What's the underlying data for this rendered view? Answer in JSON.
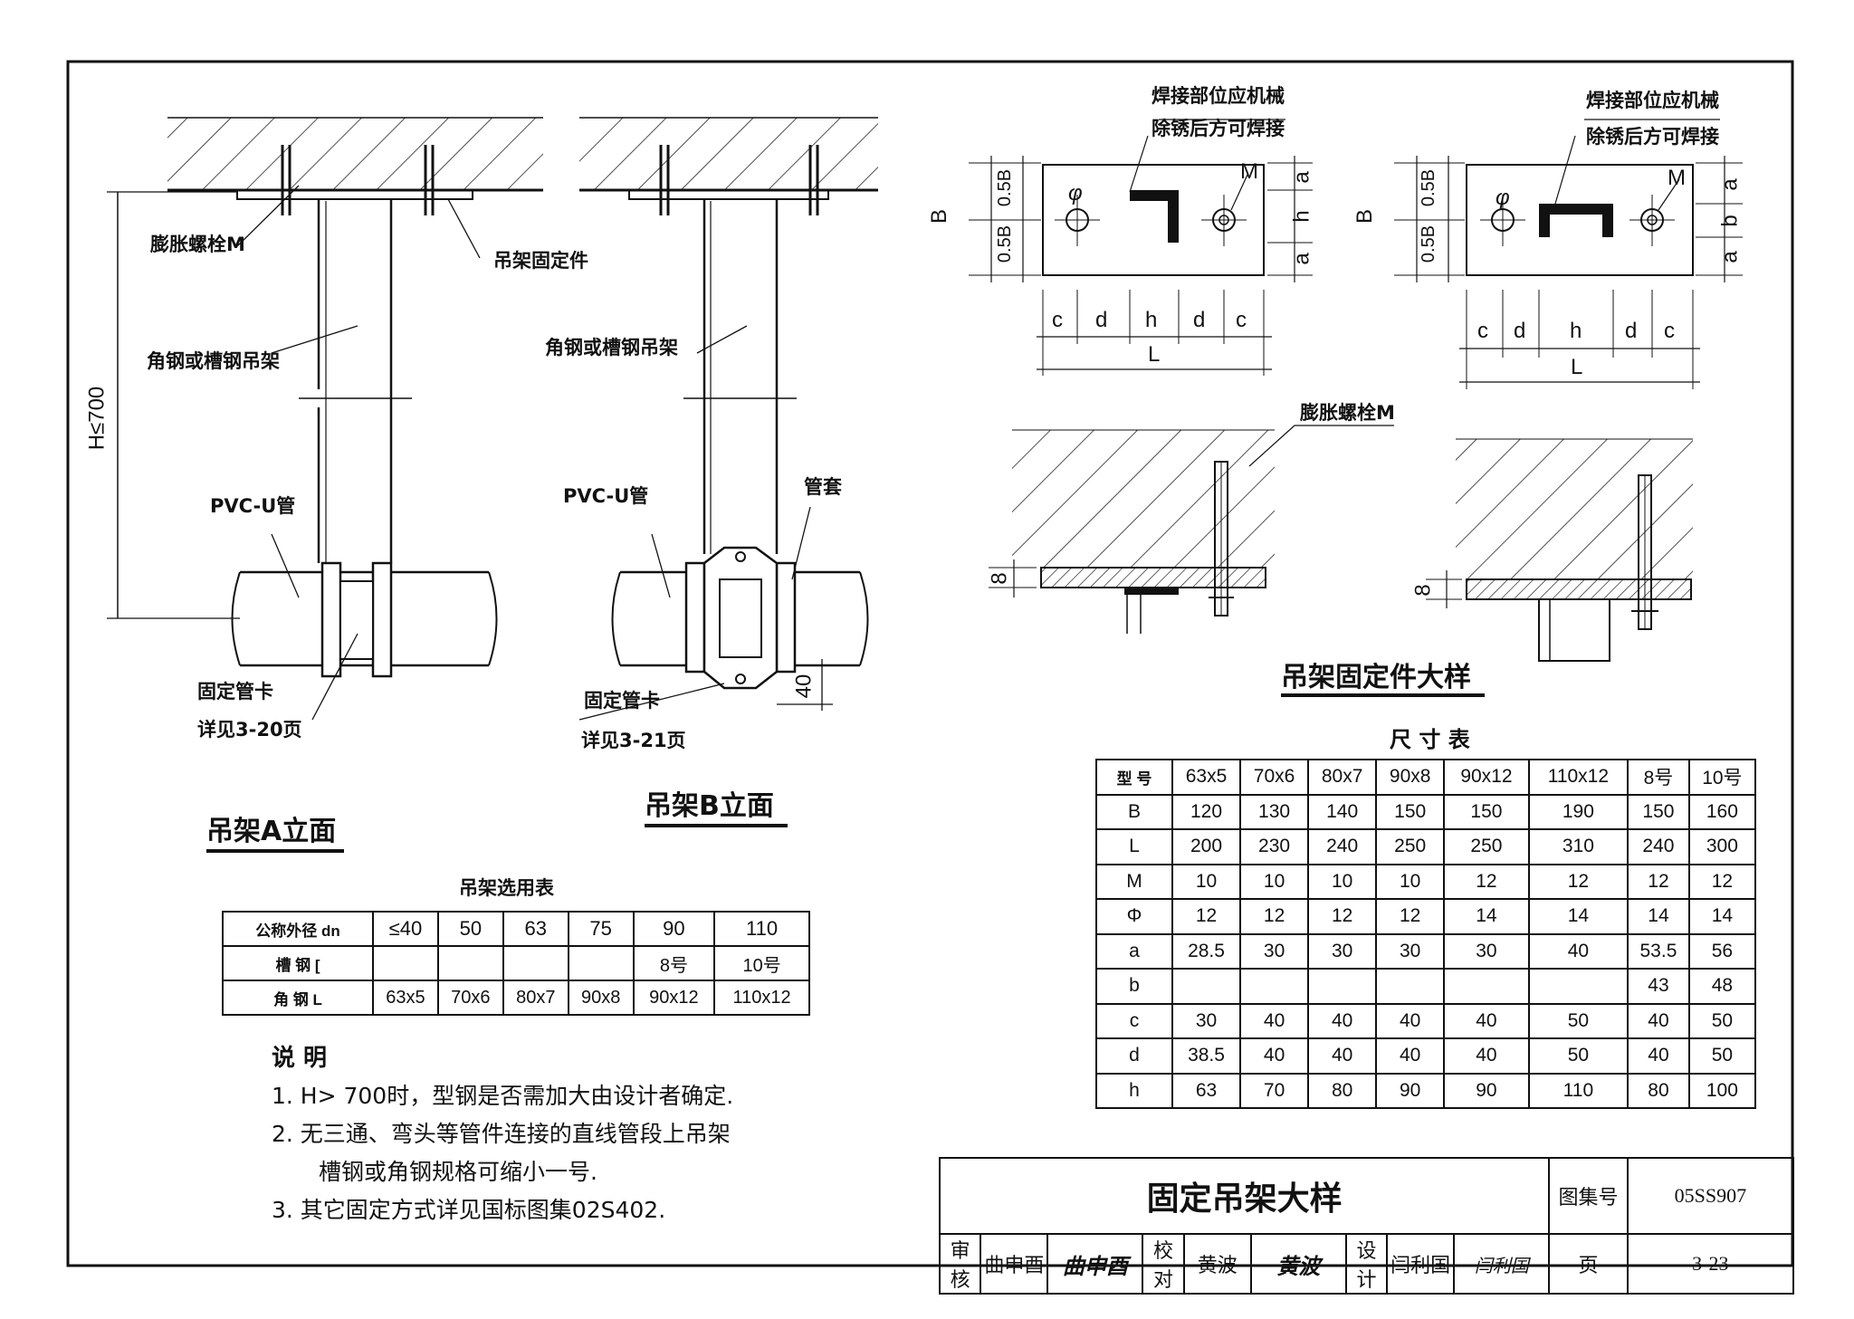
{
  "labels": {
    "expansion_bolt": "膨胀螺栓M",
    "hanger_fix": "吊架固定件",
    "angle_channel_hanger_a": "角钢或槽钢吊架",
    "angle_channel_hanger_b": "角钢或槽钢吊架",
    "h_limit": "H≤700",
    "pvc_a": "PVC-U管",
    "pvc_b": "PVC-U管",
    "sleeve": "管套",
    "clamp_a": "固定管卡",
    "clamp_a_ref": "详见3-20页",
    "clamp_b": "固定管卡",
    "clamp_b_ref": "详见3-21页",
    "dim_40": "40",
    "weld_note_1_l1": "焊接部位应机械",
    "weld_note_1_l2": "除锈后方可焊接",
    "weld_note_2_l1": "焊接部位应机械",
    "weld_note_2_l2": "除锈后方可焊接",
    "expansion_bolt_2": "膨胀螺栓M",
    "dim_8_a": "8",
    "dim_8_b": "8"
  },
  "dims_plate": {
    "B": "B",
    "half_b": "0.5B",
    "M": "M",
    "phi": "φ",
    "a": "a",
    "h": "h",
    "b": "b",
    "c": "c",
    "d": "d",
    "L": "L"
  },
  "titles": {
    "elev_a": "吊架A立面",
    "elev_b": "吊架B立面",
    "detail": "吊架固定件大样",
    "selection_table": "吊架选用表",
    "size_table": "尺 寸 表"
  },
  "selection_table": {
    "rows": [
      [
        "公称外径 dn",
        "≤40",
        "50",
        "63",
        "75",
        "90",
        "110"
      ],
      [
        "槽 钢 [",
        "",
        "",
        "",
        "",
        "8号",
        "10号"
      ],
      [
        "角 钢 L",
        "63x5",
        "70x6",
        "80x7",
        "90x8",
        "90x12",
        "110x12"
      ]
    ]
  },
  "size_table": {
    "header": [
      "型 号",
      "63x5",
      "70x6",
      "80x7",
      "90x8",
      "90x12",
      "110x12",
      "8号",
      "10号"
    ],
    "rows": [
      [
        "B",
        "120",
        "130",
        "140",
        "150",
        "150",
        "190",
        "150",
        "160"
      ],
      [
        "L",
        "200",
        "230",
        "240",
        "250",
        "250",
        "310",
        "240",
        "300"
      ],
      [
        "M",
        "10",
        "10",
        "10",
        "10",
        "12",
        "12",
        "12",
        "12"
      ],
      [
        "Φ",
        "12",
        "12",
        "12",
        "12",
        "14",
        "14",
        "14",
        "14"
      ],
      [
        "a",
        "28.5",
        "30",
        "30",
        "30",
        "30",
        "40",
        "53.5",
        "56"
      ],
      [
        "b",
        "",
        "",
        "",
        "",
        "",
        "",
        "43",
        "48"
      ],
      [
        "c",
        "30",
        "40",
        "40",
        "40",
        "40",
        "50",
        "40",
        "50"
      ],
      [
        "d",
        "38.5",
        "40",
        "40",
        "40",
        "40",
        "50",
        "40",
        "50"
      ],
      [
        "h",
        "63",
        "70",
        "80",
        "90",
        "90",
        "110",
        "80",
        "100"
      ]
    ]
  },
  "notes": {
    "heading": "说 明",
    "items": [
      "1. H> 700时，型钢是否需加大由设计者确定.",
      "2. 无三通、弯头等管件连接的直线管段上吊架",
      "槽钢或角钢规格可缩小一号.",
      "3.  其它固定方式详见国标图集02S402."
    ]
  },
  "title_block": {
    "title": "固定吊架大样",
    "atlas_label": "图集号",
    "atlas_no": "05SS907",
    "review_label": "审核",
    "reviewer": "曲申酉",
    "check_label": "校对",
    "checker": "黄波",
    "design_label": "设计",
    "designer": "闫利国",
    "page_label": "页",
    "page_no": "3-23"
  }
}
